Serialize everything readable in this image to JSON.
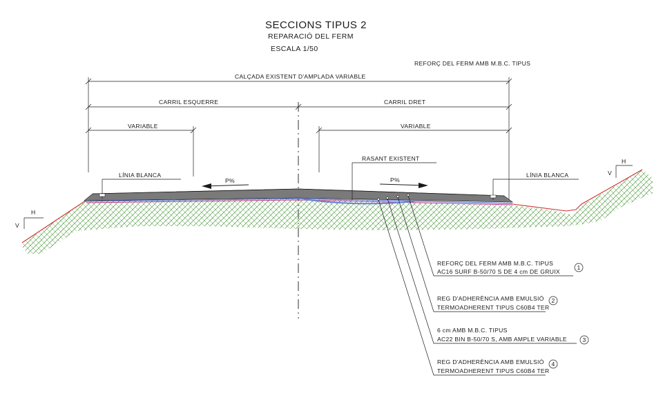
{
  "title": "SECCIONS TIPUS 2",
  "subtitle": "REPARACIÓ DEL FERM",
  "scale": "ESCALA 1/50",
  "top_right_note": "REFORÇ DEL FERM AMB M.B.C. TIPUS",
  "dimensions": {
    "total_width": "CALÇADA EXISTENT D'AMPLADA VARIABLE",
    "left_lane": "CARRIL ESQUERRE",
    "right_lane": "CARRIL DRET",
    "variable_left": "VARIABLE",
    "variable_right": "VARIABLE"
  },
  "labels": {
    "white_line_left": "LÍNIA BLANCA",
    "white_line_right": "LÍNIA BLANCA",
    "existing_grade": "RASANT EXISTENT",
    "slope_left": "P%",
    "slope_right": "P%"
  },
  "slope_markers": {
    "left": {
      "h": "H",
      "v": "V"
    },
    "right": {
      "h": "H",
      "v": "V"
    }
  },
  "layers": [
    {
      "number": "1",
      "line1": "REFORÇ DEL FERM AMB M.B.C. TIPUS",
      "line2": "AC16 SURF B-50/70 S DE 4 cm DE GRUIX"
    },
    {
      "number": "2",
      "line1": "REG D'ADHERÈNCIA AMB EMULSIÓ",
      "line2": "TERMOADHERENT TIPUS C60B4 TER"
    },
    {
      "number": "3",
      "line1": "6 cm AMB M.B.C. TIPUS",
      "line2": "AC22 BIN B-50/70 S, AMB AMPLE VARIABLE"
    },
    {
      "number": "4",
      "line1": "REG D'ADHERÈNCIA AMB EMULSIÓ",
      "line2": "TERMOADHERENT TIPUS C60B4 TER"
    }
  ],
  "colors": {
    "ink": "#1a1a1a",
    "hatch": "#4a9a3a",
    "slope_line": "#d03030",
    "pavement": "#7a7a7a",
    "blue_layer": "#6b7fd6",
    "magenta_layer": "#c0368f"
  }
}
